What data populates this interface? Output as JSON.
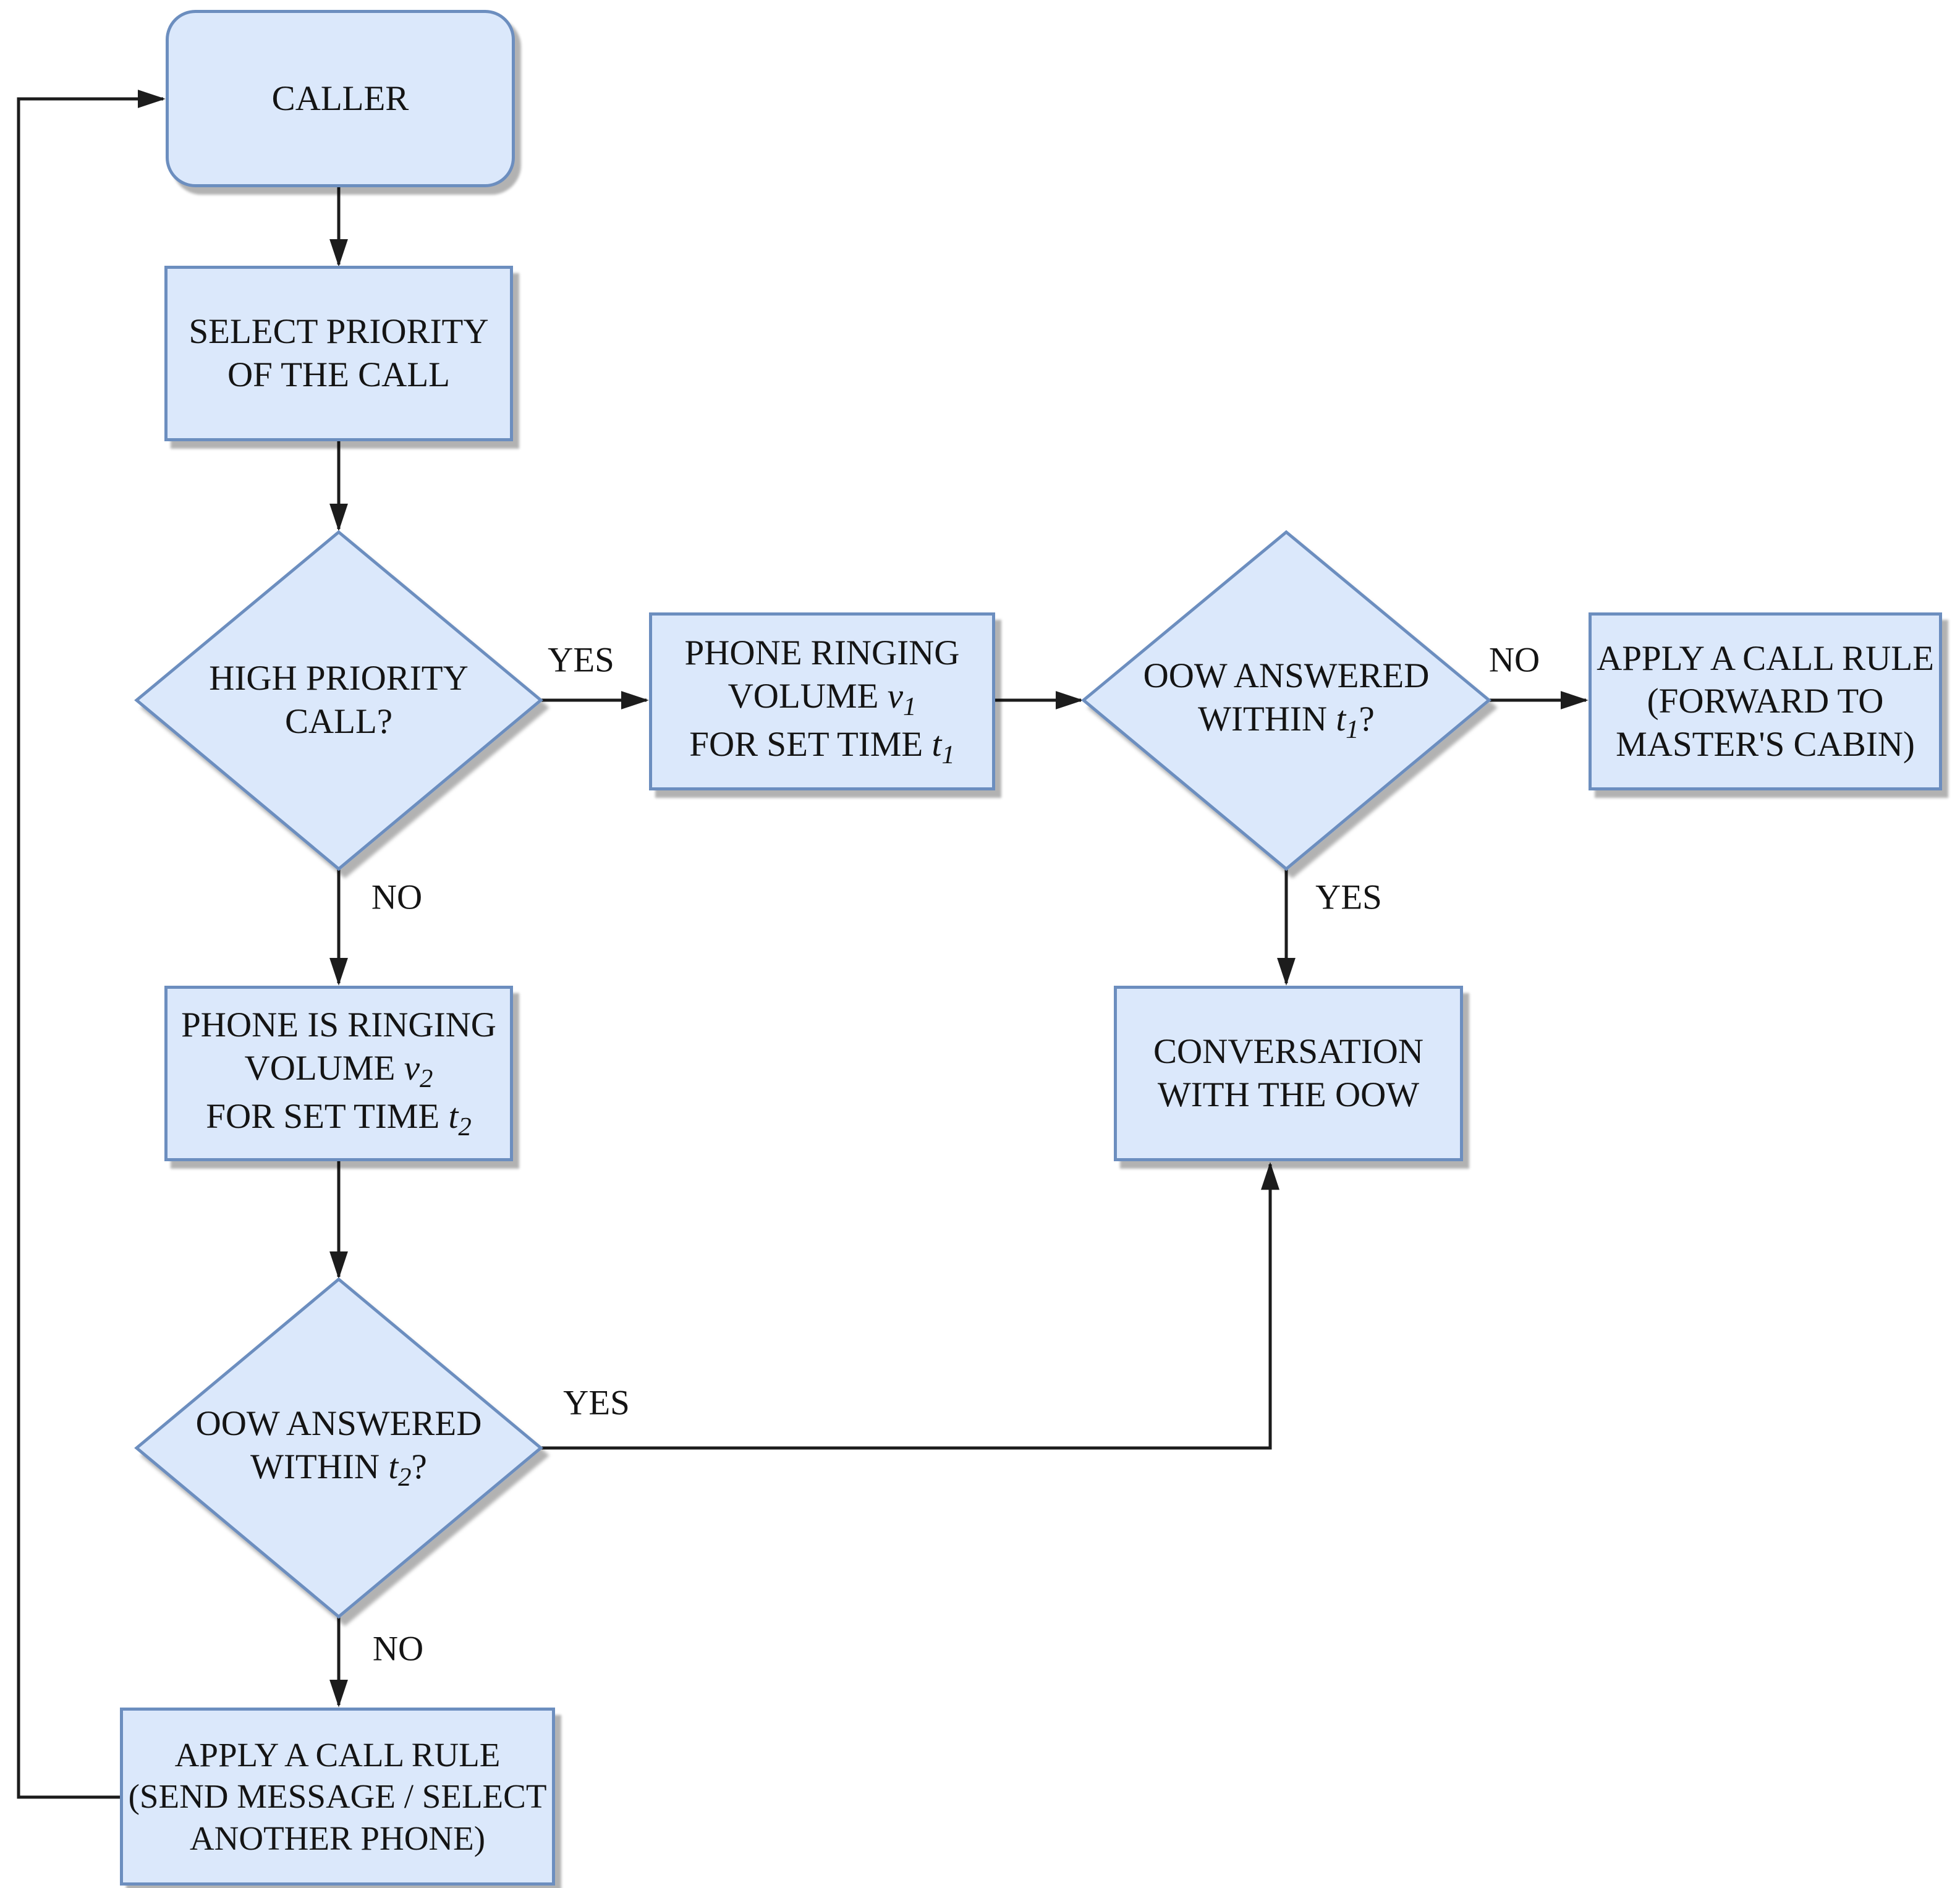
{
  "diagram": {
    "colors": {
      "node_fill": "#dbe8fb",
      "node_border": "#6c8ebf",
      "line": "#1c1c1c",
      "text": "#141414",
      "shadow": "rgba(0,0,0,0.30)"
    },
    "nodes": {
      "caller": {
        "l1": "CALLER"
      },
      "select_priority": {
        "l1": "SELECT PRIORITY",
        "l2": "OF THE CALL"
      },
      "high_priority_call": {
        "l1": "HIGH PRIORITY",
        "l2": "CALL?"
      },
      "phone_ringing_v1": {
        "l1": "PHONE RINGING",
        "l2pre": "VOLUME ",
        "l2var": "v",
        "l2sub": "1",
        "l3pre": "FOR SET TIME ",
        "l3var": "t",
        "l3sub": "1"
      },
      "oow_answered_t1": {
        "l1": "OOW ANSWERED",
        "l2pre": "WITHIN ",
        "l2var": "t",
        "l2sub": "1",
        "l2post": "?"
      },
      "apply_rule_forward": {
        "l1": "APPLY A CALL RULE",
        "l2": "(FORWARD TO",
        "l3": "MASTER'S CABIN)"
      },
      "conversation_oow": {
        "l1": "CONVERSATION",
        "l2": "WITH THE OOW"
      },
      "phone_ringing_v2": {
        "l1": "PHONE IS RINGING",
        "l2pre": "VOLUME ",
        "l2var": "v",
        "l2sub": "2",
        "l3pre": "FOR SET TIME ",
        "l3var": "t",
        "l3sub": "2"
      },
      "oow_answered_t2": {
        "l1": "OOW ANSWERED",
        "l2pre": "WITHIN ",
        "l2var": "t",
        "l2sub": "2",
        "l2post": "?"
      },
      "apply_rule_send": {
        "l1": "APPLY A CALL RULE",
        "l2": "(SEND MESSAGE / SELECT",
        "l3": "ANOTHER PHONE)"
      }
    },
    "edge_labels": {
      "d1_yes": "YES",
      "d1_no": "NO",
      "d2_no": "NO",
      "d2_yes": "YES",
      "d3_yes": "YES",
      "d3_no": "NO"
    }
  }
}
